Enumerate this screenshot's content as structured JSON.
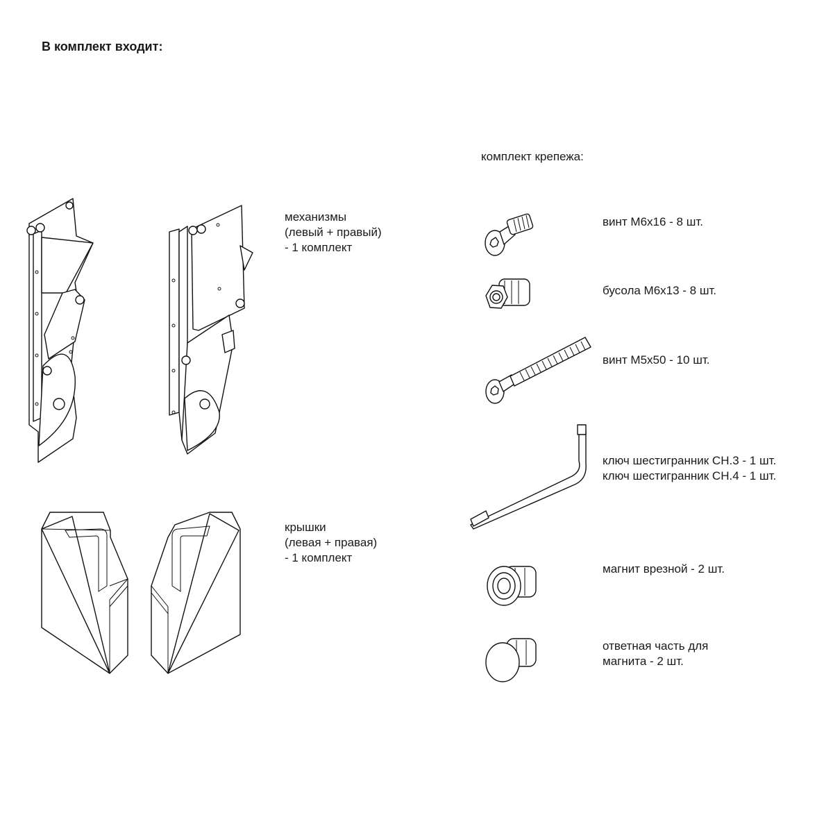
{
  "page_title": "В комплект входит:",
  "mechanisms": {
    "lines": [
      "механизмы",
      "(левый + правый)",
      "- 1 комплект"
    ]
  },
  "covers": {
    "lines": [
      "крышки",
      "(левая + правая)",
      "- 1 комплект"
    ]
  },
  "fasteners": {
    "title": "комплект крепежа:",
    "items": [
      {
        "lines": [
          "винт М6х16 - 8 шт."
        ],
        "icon": "countersunk-screw-short-icon"
      },
      {
        "lines": [
          "бусола М6х13 - 8 шт."
        ],
        "icon": "insert-nut-icon"
      },
      {
        "lines": [
          "винт М5х50 - 10 шт."
        ],
        "icon": "countersunk-screw-long-icon"
      },
      {
        "lines": [
          "ключ шестигранник CH.3 - 1 шт.",
          "ключ шестигранник CH.4 - 1 шт."
        ],
        "icon": "hex-key-icon"
      },
      {
        "lines": [
          "магнит врезной - 2 шт."
        ],
        "icon": "magnet-icon"
      },
      {
        "lines": [
          "ответная часть для",
          "магнита - 2 шт."
        ],
        "icon": "magnet-counterpart-icon"
      }
    ]
  }
}
